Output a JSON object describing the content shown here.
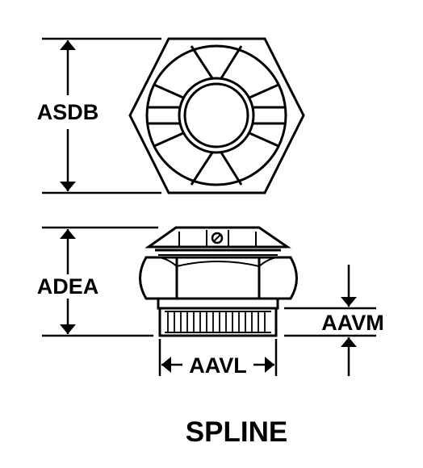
{
  "labels": {
    "asdb": "ASDB",
    "adea": "ADEA",
    "aavm": "AAVM",
    "aavl": "AAVL",
    "caption": "SPLINE"
  },
  "colors": {
    "ink": "#000000",
    "background": "#ffffff"
  }
}
